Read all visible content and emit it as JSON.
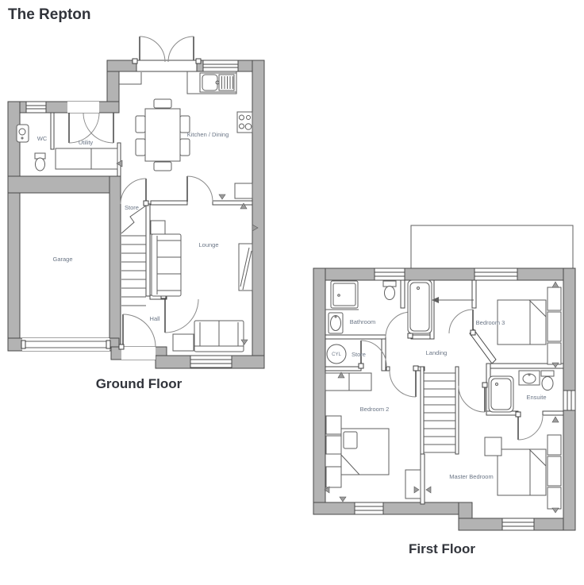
{
  "title": "The Repton",
  "colors": {
    "wall_fill": "#b3b3b3",
    "wall_line": "#4a4a4a",
    "room_label": "#6b7686",
    "heading": "#31343b"
  },
  "ground_floor": {
    "caption": "Ground Floor",
    "labels": {
      "wc": "WC",
      "utility": "Utility",
      "kitchen_dining": "Kitchen / Dining",
      "store": "Store",
      "garage": "Garage",
      "lounge": "Lounge",
      "hall": "Hall"
    },
    "symbols": [
      "french-doors",
      "window",
      "kitchen-sink",
      "hob",
      "dining-table",
      "chairs",
      "wc-sink",
      "toilet",
      "utility-worktop",
      "stairs",
      "sofa-3-seat",
      "sofa-2-seat",
      "tv-unit",
      "side-table",
      "garage-door",
      "front-door"
    ]
  },
  "first_floor": {
    "caption": "First Floor",
    "labels": {
      "bathroom": "Bathroom",
      "store": "Store",
      "landing": "Landing",
      "cylinder": "CYL",
      "bedroom3": "Bedroom 3",
      "bedroom2": "Bedroom 2",
      "ensuite": "Ensuite",
      "master_bedroom": "Master Bedroom"
    },
    "symbols": [
      "shower-tray",
      "basin",
      "toilet",
      "bathtub",
      "hot-water-cylinder",
      "stairs",
      "double-bed",
      "wardrobes",
      "window",
      "roof-outline"
    ]
  }
}
